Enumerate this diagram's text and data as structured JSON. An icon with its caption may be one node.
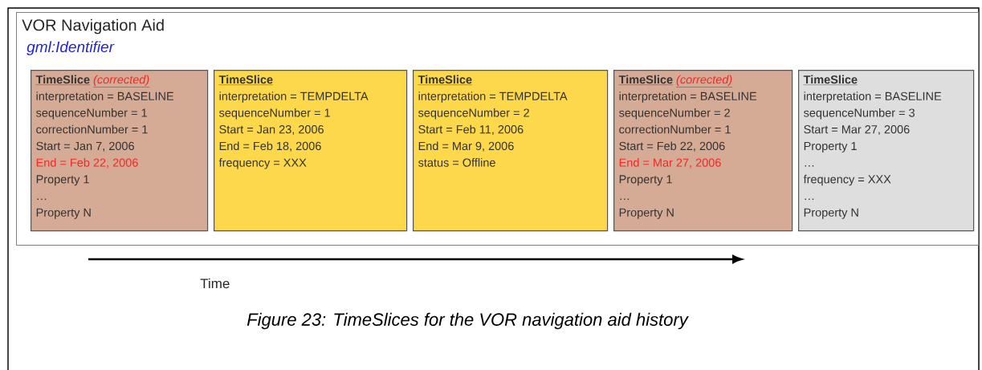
{
  "diagram": {
    "caption": "Figure 23:  TimeSlices for the VOR navigation aid history",
    "nodes": [
      {
        "text": [
          "VOR Navigation Aid",
          "gml:Identifier"
        ]
      },
      {
        "text": [
          "TimeSlice",
          "(corrected)",
          "interpretation = BASELINE",
          "sequenceNumber = 1",
          "correctionNumber = 1",
          "Start = Jan 7, 2006",
          "End = Feb 22, 2006",
          "Property 1",
          "…",
          "Property N"
        ],
        "in": 0
      },
      {
        "text": [
          "TimeSlice",
          "interpretation = TEMPDELTA",
          "sequenceNumber = 1",
          "Start = Jan 23, 2006",
          "End = Feb 18, 2006",
          "frequency = XXX"
        ],
        "in": 0
      },
      {
        "text": [
          "TimeSlice",
          "interpretation = TEMPDELTA",
          "sequenceNumber = 2",
          "Start = Feb 11, 2006",
          "End = Mar 9, 2006",
          "status = Offline"
        ],
        "in": 0
      },
      {
        "text": [
          "TimeSlice",
          "(corrected)",
          "interpretation = BASELINE",
          "sequenceNumber = 2",
          "correctionNumber = 1",
          "Start = Feb 22, 2006",
          "End = Mar 27, 2006",
          "Property 1",
          "…",
          "Property N"
        ],
        "in": 0
      },
      {
        "text": [
          "TimeSlice",
          "interpretation = BASELINE",
          "sequenceNumber = 3",
          "Start = Mar 27, 2006",
          "Property 1",
          "…",
          "frequency = XXX",
          "…",
          "Property N"
        ],
        "in": 0
      }
    ],
    "labels": [
      "Time"
    ]
  }
}
